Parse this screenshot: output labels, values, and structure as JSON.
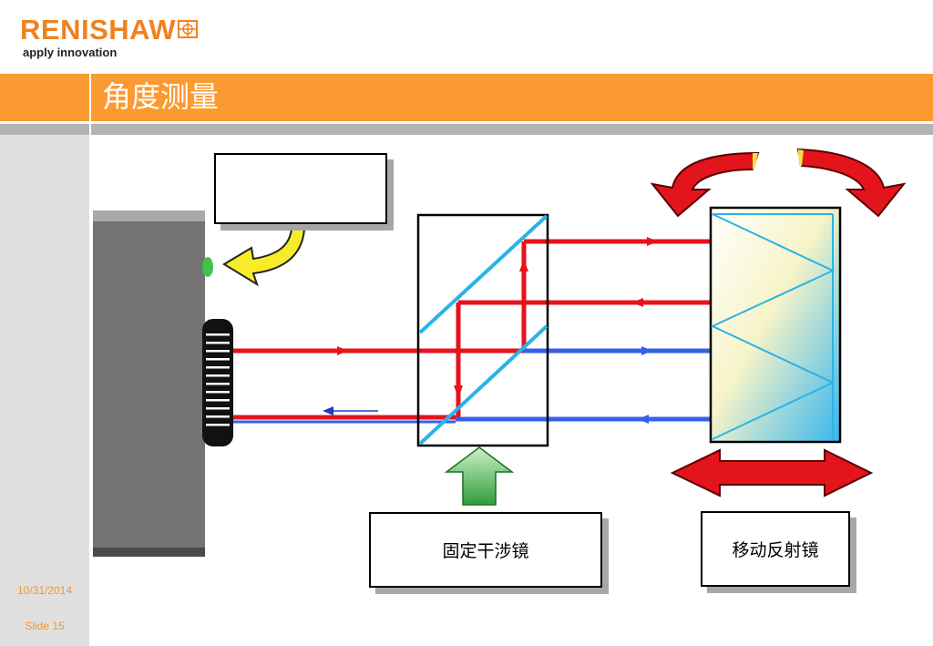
{
  "brand": {
    "name": "RENISHAW",
    "tagline": "apply innovation",
    "color": "#f0821e"
  },
  "header": {
    "title": "角度测量",
    "bar_color": "#fb9a31"
  },
  "footer": {
    "date": "10/31/2014",
    "slide": "Slide 15"
  },
  "diagram": {
    "top_label": "",
    "fixed_label": "固定干涉镜",
    "moving_label": "移动反射镜",
    "beam_colors": {
      "outgoing": "#e8121b",
      "reference": "#3461e8",
      "optic_edge": "#2ab3e8"
    },
    "icons": [
      "curved-arrow-left-icon",
      "curved-arrow-right-icon",
      "curved-arrow-yellow-icon",
      "double-arrow-icon",
      "up-arrow-green-icon"
    ]
  }
}
